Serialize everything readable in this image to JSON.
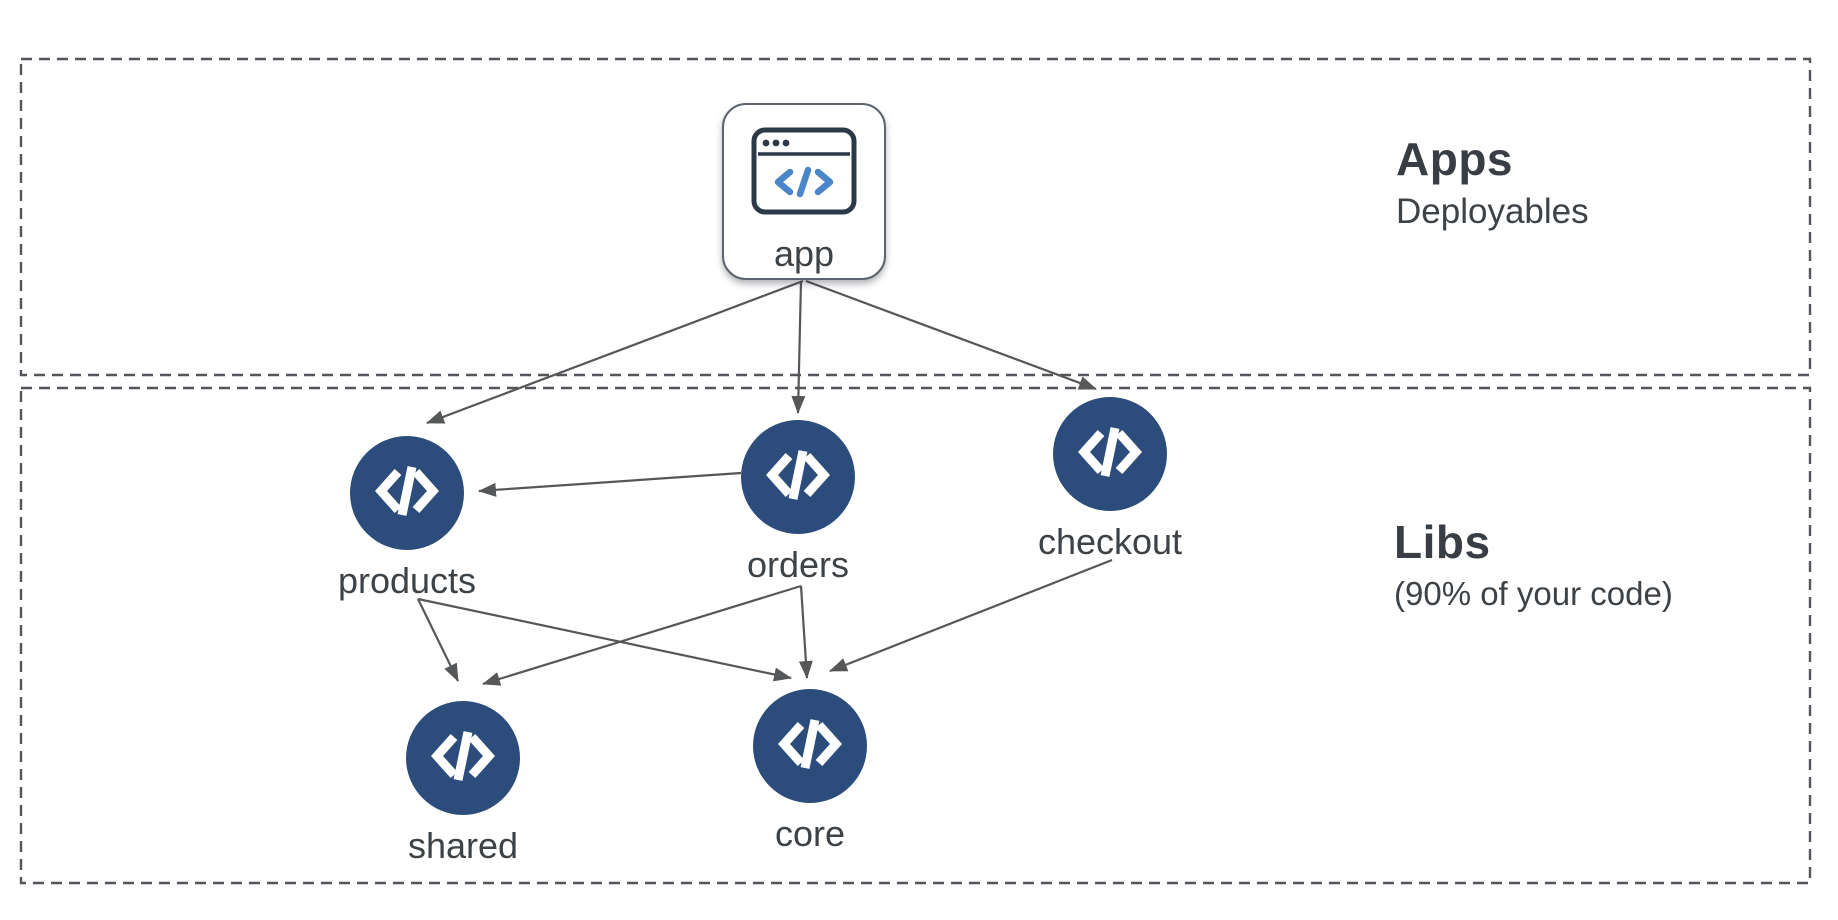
{
  "diagram": {
    "title": "app / libs dependency diagram",
    "colors": {
      "node_fill": "#2c4d7c",
      "edge": "#565758",
      "dashed_border": "#54555a",
      "text": "#3d4247",
      "icon_blue": "#4a86c9",
      "browser_icon_stroke": "#2b3948",
      "card_border": "#5c636c",
      "background": "#ffffff"
    },
    "sections": {
      "apps": {
        "title": "Apps",
        "subtitle": "Deployables"
      },
      "libs": {
        "title": "Libs",
        "subtitle": "(90% of your code)"
      }
    },
    "nodes": {
      "app": {
        "label": "app",
        "kind": "application",
        "icon": "browser-code-icon",
        "section": "apps"
      },
      "products": {
        "label": "products",
        "kind": "library",
        "icon": "code-circle-icon",
        "section": "libs"
      },
      "orders": {
        "label": "orders",
        "kind": "library",
        "icon": "code-circle-icon",
        "section": "libs"
      },
      "checkout": {
        "label": "checkout",
        "kind": "library",
        "icon": "code-circle-icon",
        "section": "libs"
      },
      "shared": {
        "label": "shared",
        "kind": "library",
        "icon": "code-circle-icon",
        "section": "libs"
      },
      "core": {
        "label": "core",
        "kind": "library",
        "icon": "code-circle-icon",
        "section": "libs"
      }
    },
    "edges": [
      {
        "from": "app",
        "to": "products"
      },
      {
        "from": "app",
        "to": "orders"
      },
      {
        "from": "app",
        "to": "checkout"
      },
      {
        "from": "orders",
        "to": "products"
      },
      {
        "from": "products",
        "to": "shared"
      },
      {
        "from": "products",
        "to": "core"
      },
      {
        "from": "orders",
        "to": "shared"
      },
      {
        "from": "orders",
        "to": "core"
      },
      {
        "from": "checkout",
        "to": "core"
      }
    ]
  }
}
